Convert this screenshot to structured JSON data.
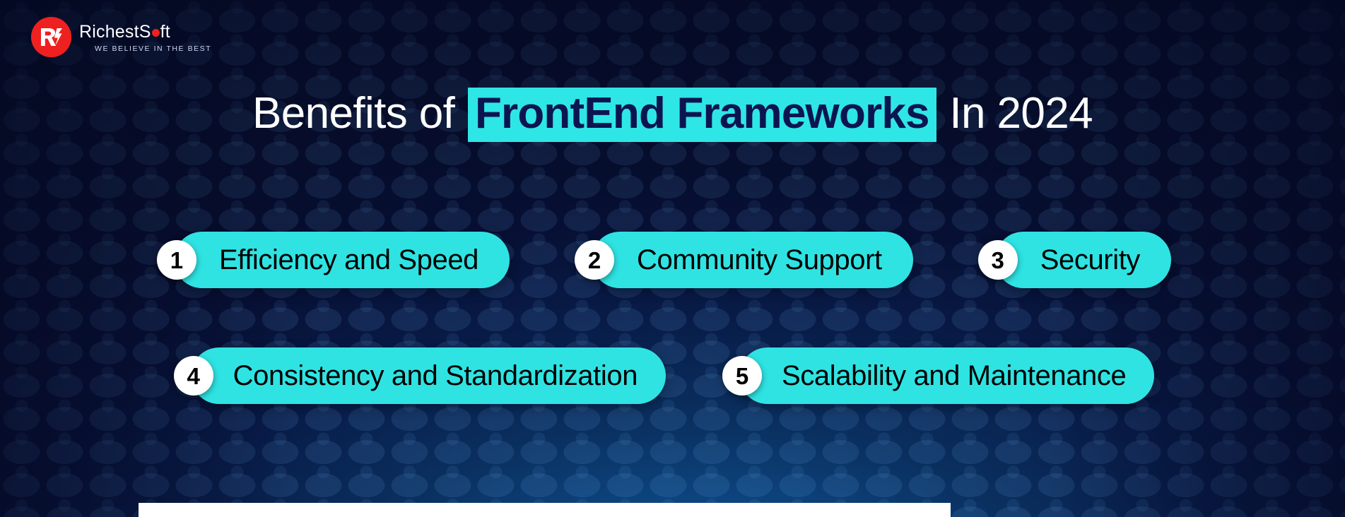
{
  "brand": {
    "logo_icon": "richestsoft-rs-monogram",
    "name_part1": "RichestS",
    "name_dot": "dot-icon",
    "name_part2": "ft",
    "tagline": "WE BELIEVE IN THE BEST",
    "mark_color": "#ee2020"
  },
  "heading": {
    "prefix": "Benefits of",
    "highlight": "FrontEnd Frameworks",
    "suffix": "In 2024",
    "highlight_bg": "#2ee6e6",
    "highlight_text_color": "#0d1550",
    "text_color": "#ffffff"
  },
  "benefits": [
    {
      "number": "1",
      "label": "Efficiency and Speed"
    },
    {
      "number": "2",
      "label": "Community Support"
    },
    {
      "number": "3",
      "label": "Security"
    },
    {
      "number": "4",
      "label": "Consistency and Standardization"
    },
    {
      "number": "5",
      "label": "Scalability and Maintenance"
    }
  ],
  "theme": {
    "pill_color": "#2fe3e3",
    "pill_text_color": "#000000",
    "badge_color": "#ffffff",
    "badge_text_color": "#000000",
    "background_dark": "#060d2c",
    "background_light": "#11619f",
    "panel_color": "#ffffff"
  }
}
